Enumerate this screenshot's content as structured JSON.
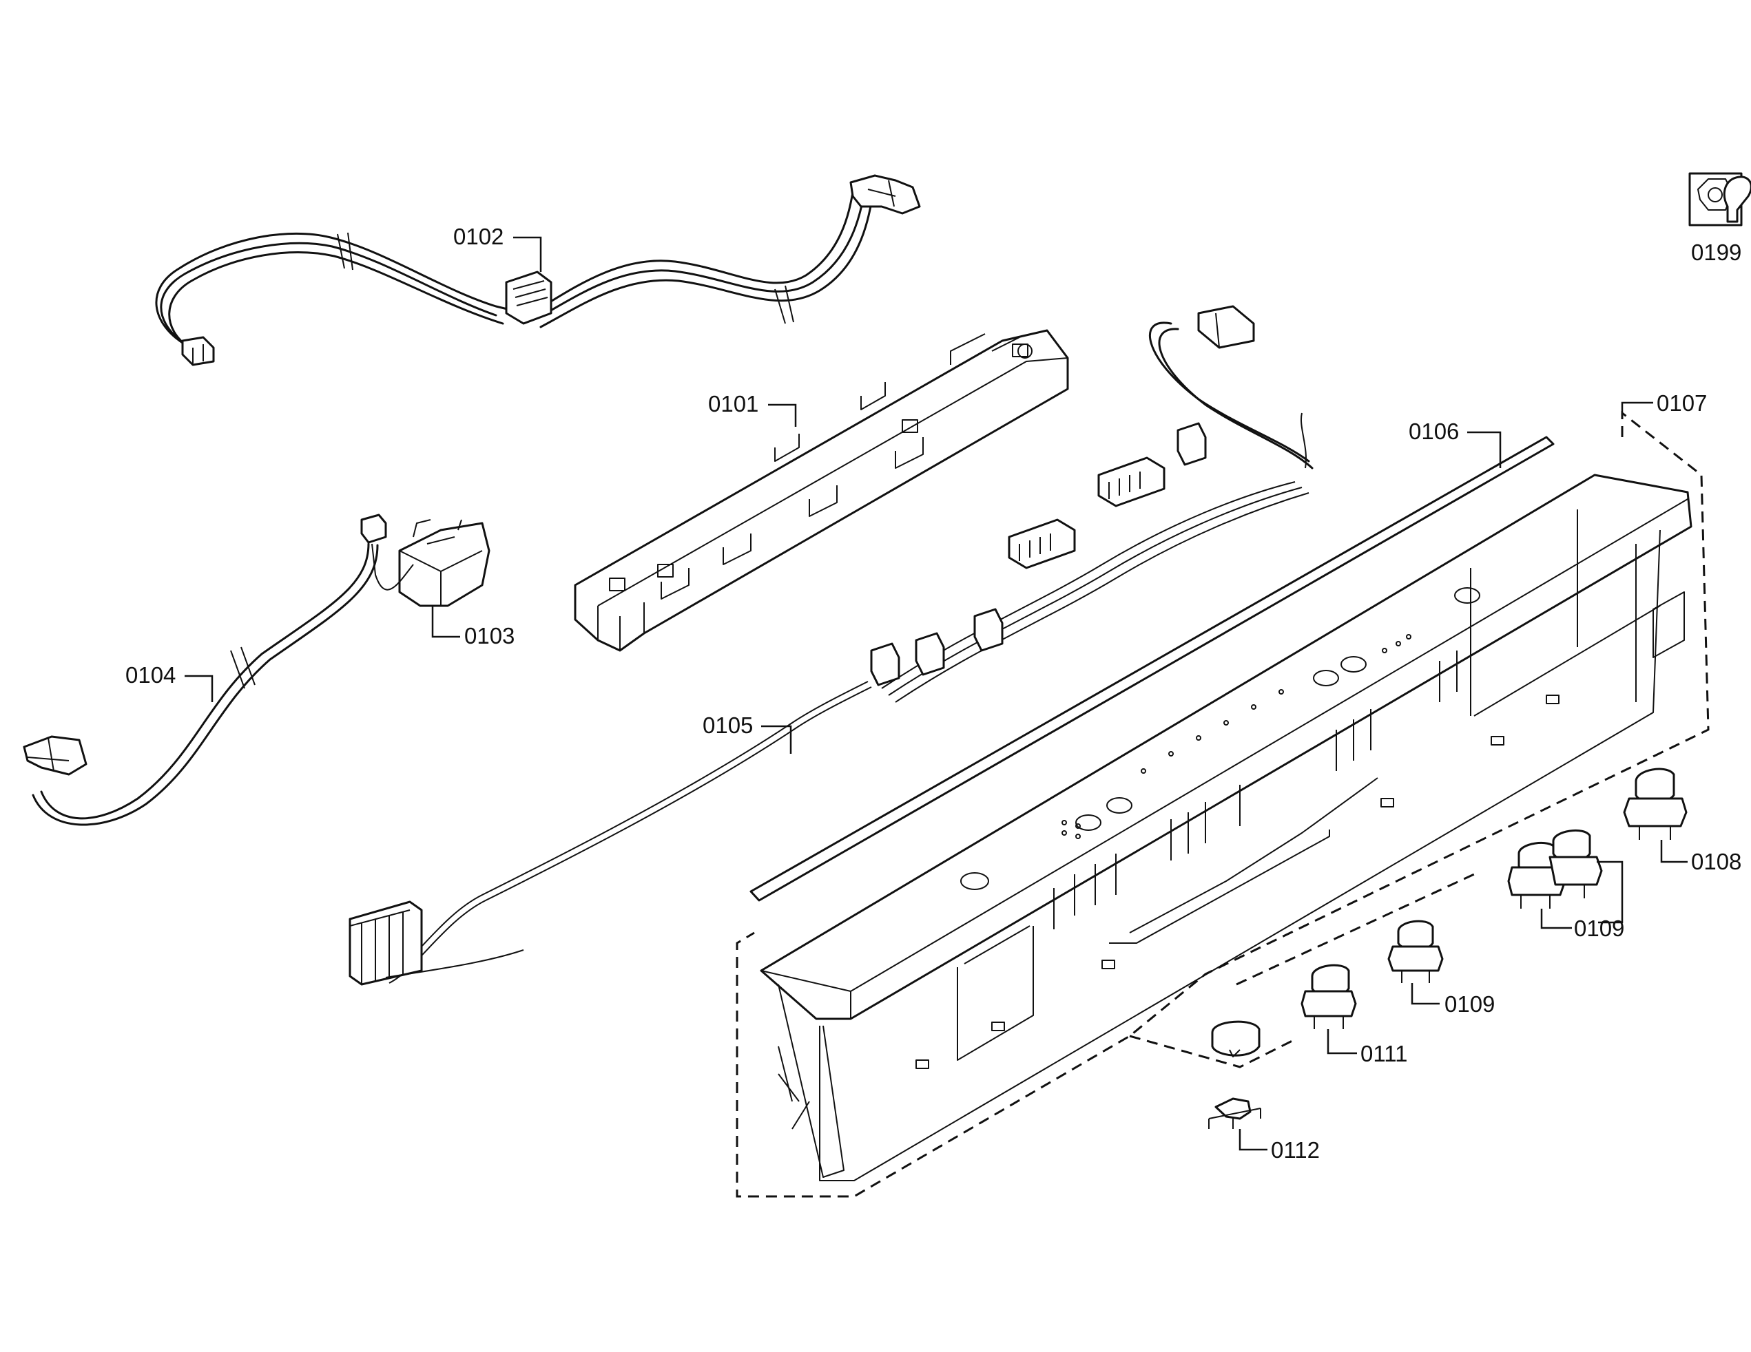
{
  "diagram": {
    "parts": [
      {
        "id": "p0101",
        "label": "0101"
      },
      {
        "id": "p0102",
        "label": "0102"
      },
      {
        "id": "p0103",
        "label": "0103"
      },
      {
        "id": "p0104",
        "label": "0104"
      },
      {
        "id": "p0105",
        "label": "0105"
      },
      {
        "id": "p0106",
        "label": "0106"
      },
      {
        "id": "p0107",
        "label": "0107"
      },
      {
        "id": "p0108",
        "label": "0108"
      },
      {
        "id": "p0109a",
        "label": "0109"
      },
      {
        "id": "p0109b",
        "label": "0109"
      },
      {
        "id": "p0111",
        "label": "0111"
      },
      {
        "id": "p0112",
        "label": "0112"
      },
      {
        "id": "p0199",
        "label": "0199"
      }
    ],
    "icons": {
      "tool_icon": "wrench-hex-nut-icon"
    }
  }
}
